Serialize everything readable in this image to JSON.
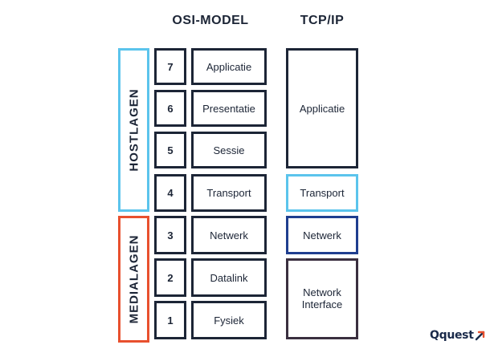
{
  "headings": {
    "osi": "OSI-MODEL",
    "tcp": "TCP/IP"
  },
  "groups": {
    "host": "HOSTLAGEN",
    "media": "MEDIALAGEN"
  },
  "osi_layers": [
    {
      "num": "7",
      "name": "Applicatie"
    },
    {
      "num": "6",
      "name": "Presentatie"
    },
    {
      "num": "5",
      "name": "Sessie"
    },
    {
      "num": "4",
      "name": "Transport"
    },
    {
      "num": "3",
      "name": "Netwerk"
    },
    {
      "num": "2",
      "name": "Datalink"
    },
    {
      "num": "1",
      "name": "Fysiek"
    }
  ],
  "tcp_layers": [
    {
      "name": "Applicatie",
      "color": "#1c2536"
    },
    {
      "name": "Transport",
      "color": "#5bc4ec"
    },
    {
      "name": "Netwerk",
      "color": "#1f3e8f"
    },
    {
      "name": "Network Interface",
      "color": "#3a2f3f"
    }
  ],
  "colors": {
    "host_border": "#5bc4ec",
    "media_border": "#e8502e",
    "box_border": "#1c2536"
  },
  "brand": {
    "text": "Qquest"
  }
}
